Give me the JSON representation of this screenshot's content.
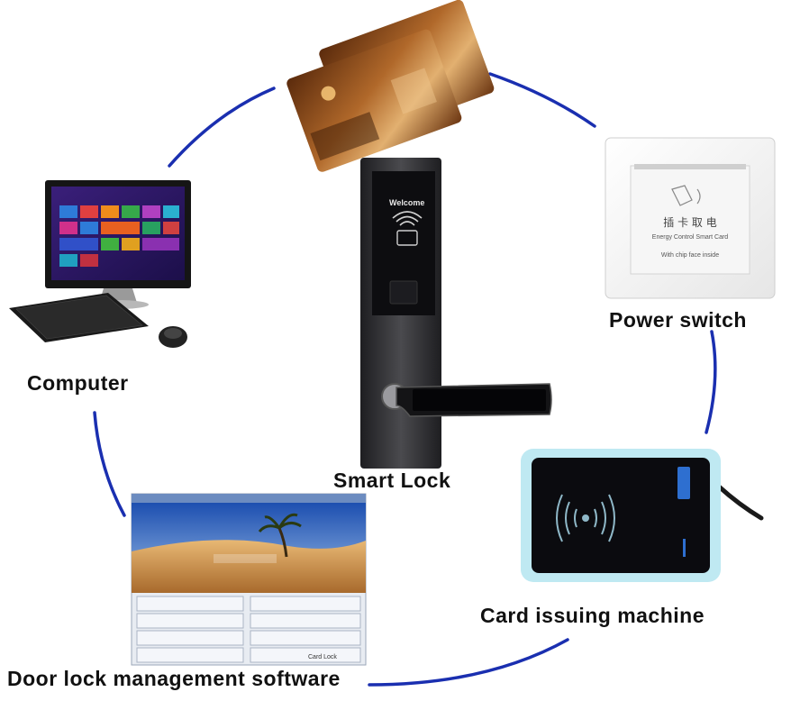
{
  "labels": {
    "computer": "Computer",
    "smart_lock": "Smart Lock",
    "power_switch": "Power switch",
    "card_issuing": "Card issuing machine",
    "software": "Door lock management software"
  },
  "lock": {
    "welcome_text": "Welcome"
  },
  "power_switch_panel": {
    "chinese": "插 卡 取 电",
    "line1": "Energy Control Smart Card",
    "line2": "With chip face inside"
  },
  "software_window": {
    "card_lock_label": "Card Lock"
  },
  "colors": {
    "circle": "#1a2fb0",
    "lock_body": "#2b2b2e",
    "lock_panel": "#0d0d10",
    "reader_border": "#bfe9f2",
    "card": "#8a4a1c",
    "desert": "#d9a560",
    "sky": "#2c5fb8"
  },
  "icons": [
    "computer-icon",
    "keyboard-icon",
    "mouse-icon",
    "key-card-icon",
    "rfid-waves-icon",
    "palm-tree-icon"
  ]
}
